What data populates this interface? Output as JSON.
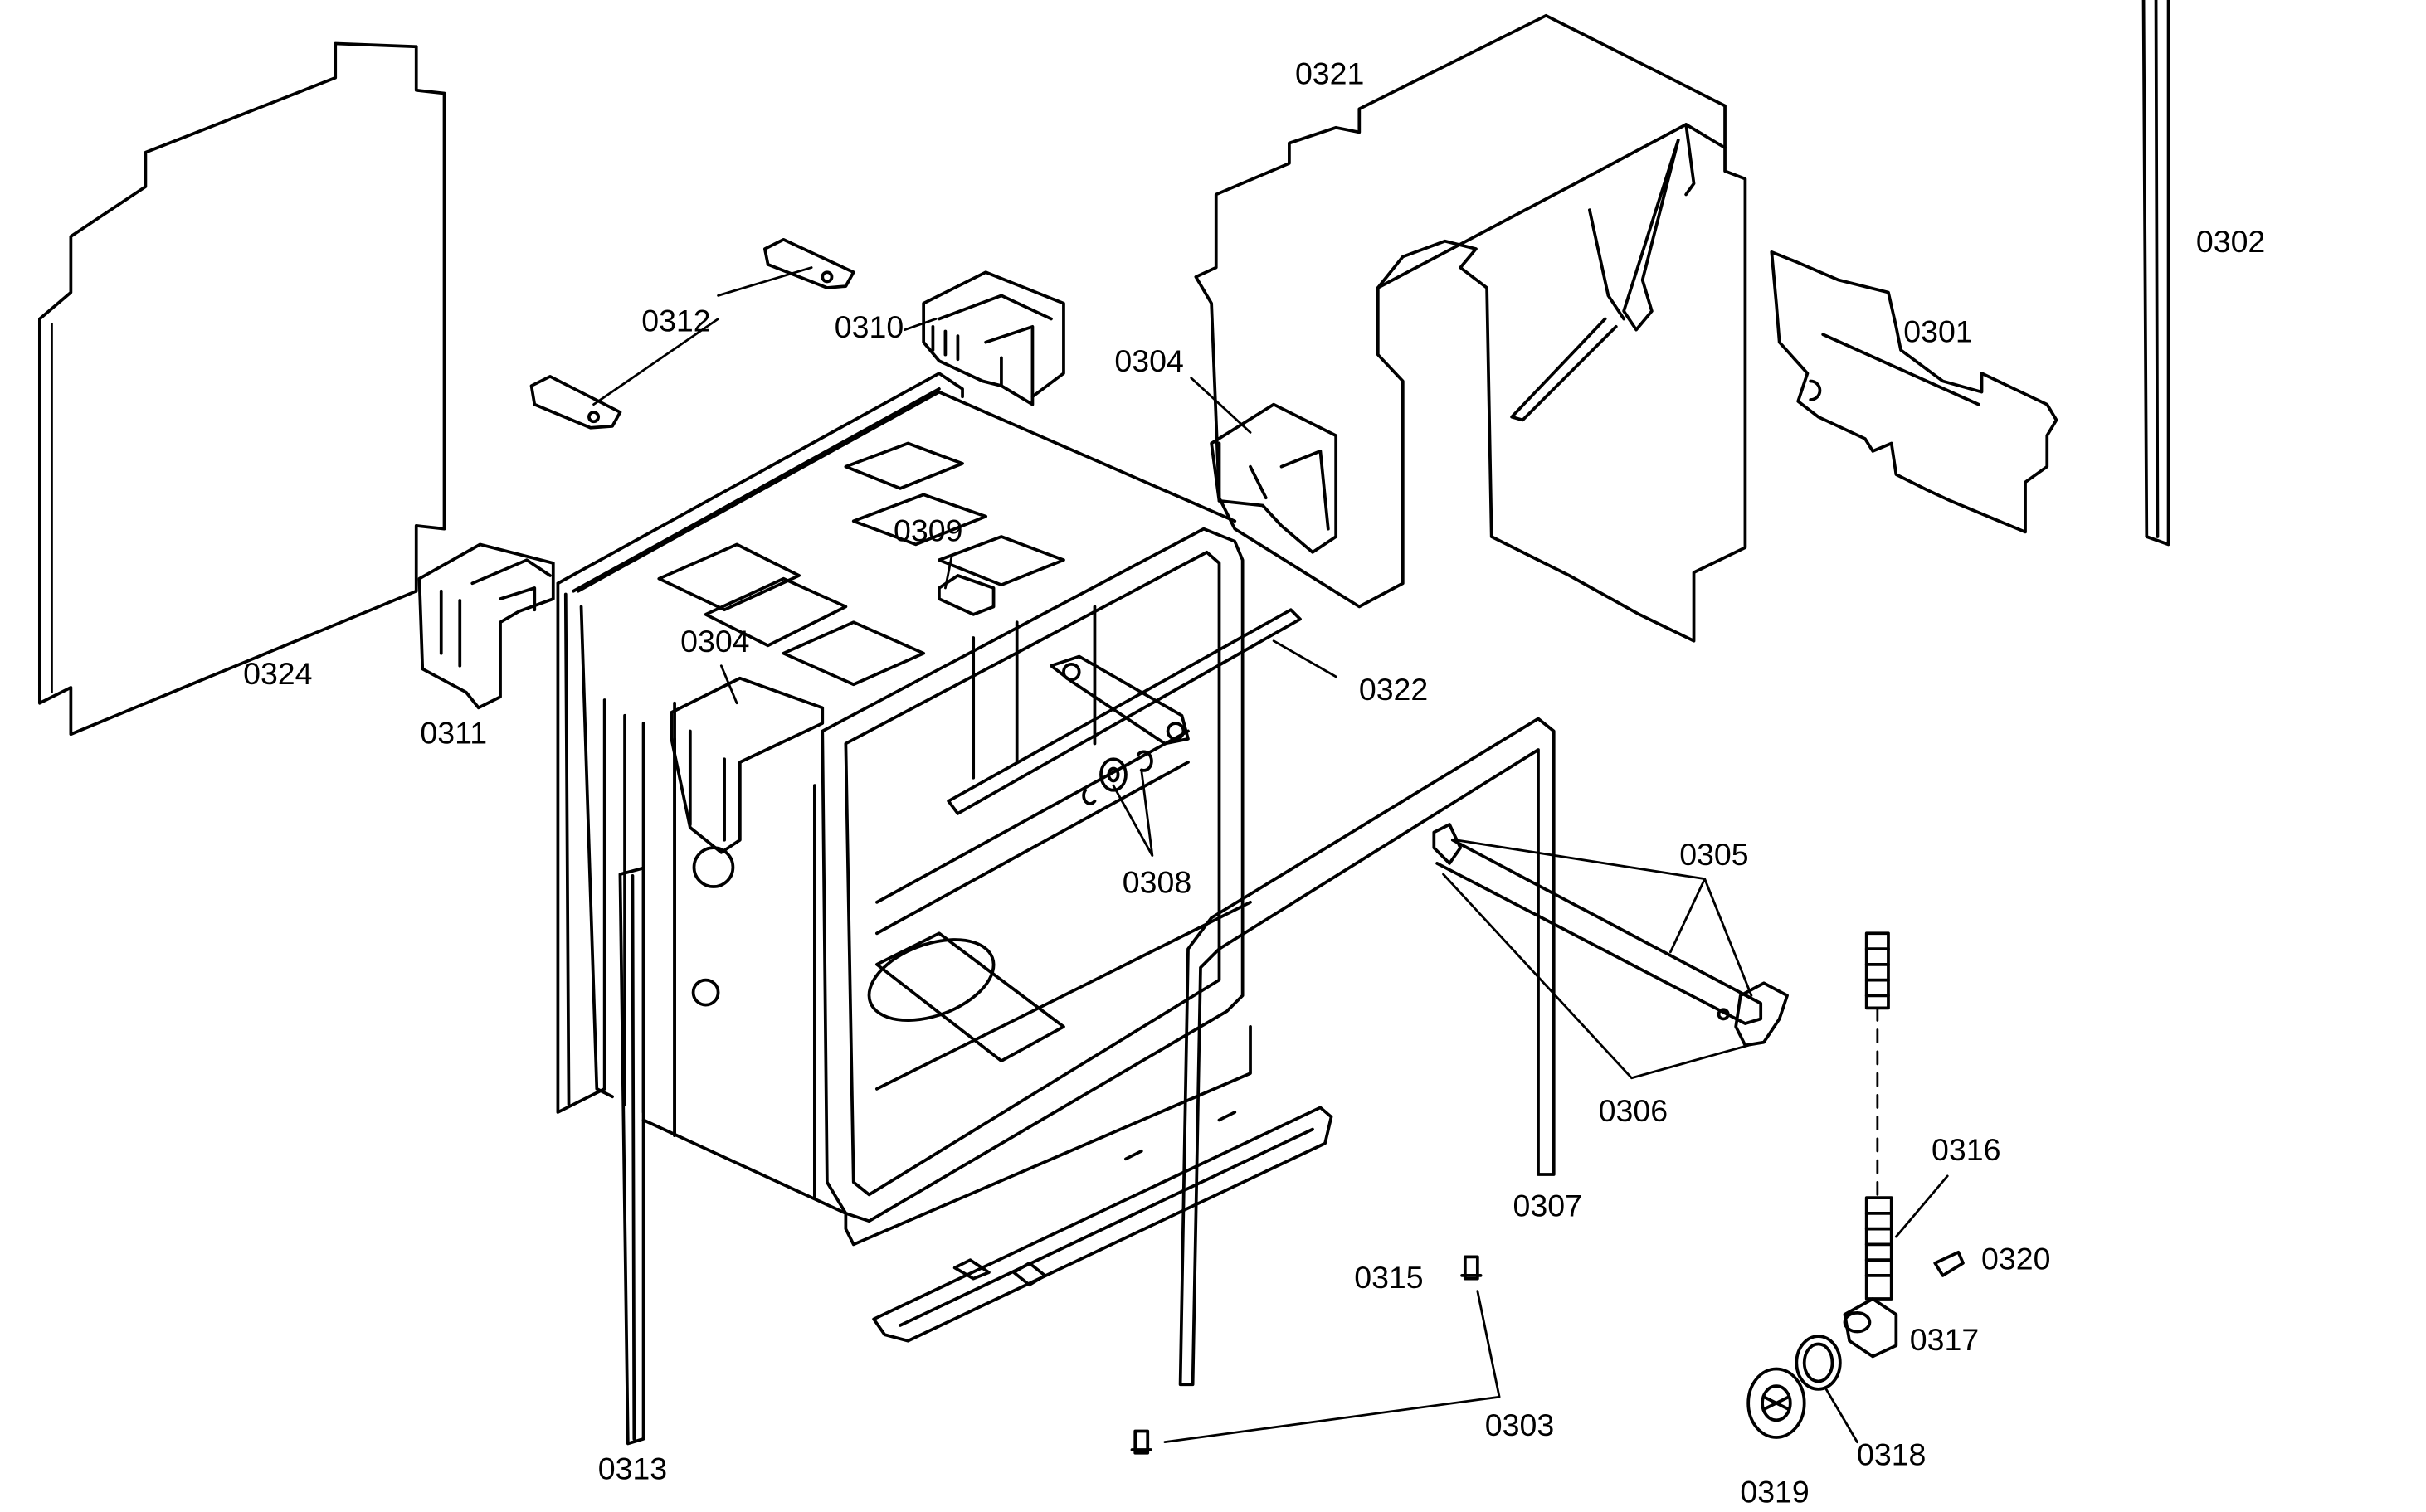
{
  "diagram": {
    "parts": {
      "p0301": "0301",
      "p0302": "0302",
      "p0303": "0303",
      "p0304a": "0304",
      "p0304b": "0304",
      "p0305": "0305",
      "p0306": "0306",
      "p0307": "0307",
      "p0308": "0308",
      "p0309": "0309",
      "p0310": "0310",
      "p0311": "0311",
      "p0312": "0312",
      "p0313": "0313",
      "p0315": "0315",
      "p0316": "0316",
      "p0317": "0317",
      "p0318": "0318",
      "p0319": "0319",
      "p0320": "0320",
      "p0321": "0321",
      "p0322": "0322",
      "p0324": "0324"
    },
    "colors": {
      "line": "#000000",
      "background": "#ffffff"
    }
  }
}
